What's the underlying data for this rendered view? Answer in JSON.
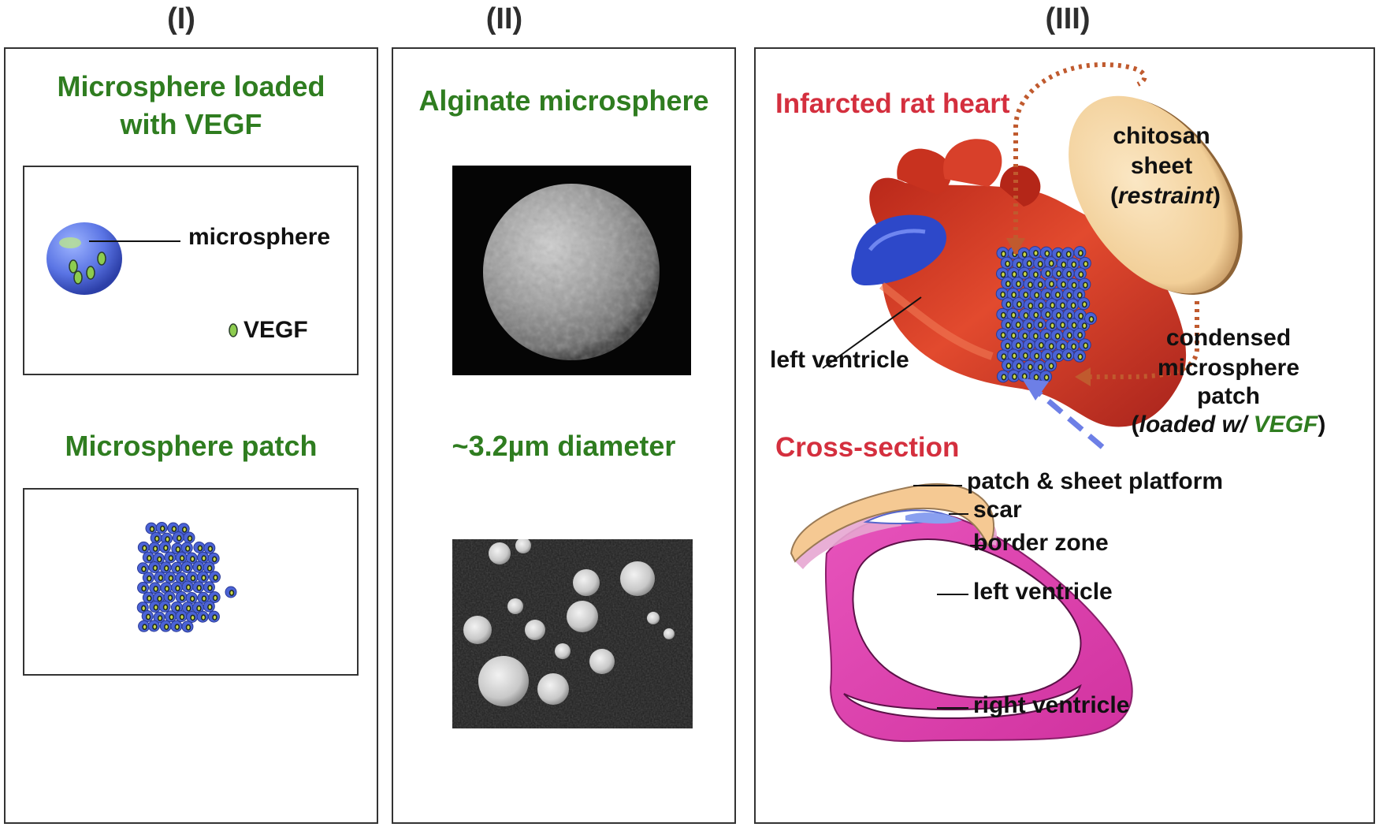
{
  "headers": {
    "panel1": "(I)",
    "panel2": "(II)",
    "panel3": "(III)"
  },
  "panel1": {
    "title_line1": "Microsphere loaded",
    "title_line2": "with VEGF",
    "microsphere_label": "microsphere",
    "vegf_label": "VEGF",
    "patch_title": "Microsphere patch"
  },
  "panel2": {
    "title": "Alginate microsphere",
    "diameter_title": "~3.2µm diameter"
  },
  "panel3": {
    "title": "Infarcted rat heart",
    "sheet_line1": "chitosan",
    "sheet_line2": "sheet",
    "sheet_line3_paren_open": "(",
    "sheet_line3_italic": "restraint",
    "sheet_line3_paren_close": ")",
    "left_ventricle_label": "left ventricle",
    "patch_line1": "condensed",
    "patch_line2": "microsphere",
    "patch_line3": "patch",
    "patch_line4_open": "(",
    "patch_line4_italic": "loaded w/ ",
    "patch_line4_green": "VEGF",
    "patch_line4_close": ")",
    "cross_section_title": "Cross-section",
    "cs_labels": {
      "platform": "patch & sheet platform",
      "scar": "scar",
      "border": "border zone",
      "lv": "left ventricle",
      "rv": "right ventricle"
    }
  },
  "colors": {
    "green_title": "#2f7d20",
    "red_title": "#d42f3e",
    "microsphere_blue": "#4b63d6",
    "vegf_green": "#7ab84a",
    "heart_red": "#d23a22",
    "sheet_tan": "#f5d7a5",
    "ventricle_pink": "#e23fb0"
  },
  "icons": {
    "microsphere": "blue-sphere-icon",
    "vegf": "green-dot-icon",
    "patch": "microsphere-cluster-icon",
    "heart": "heart-illustration",
    "sheet": "chitosan-disc-icon"
  }
}
